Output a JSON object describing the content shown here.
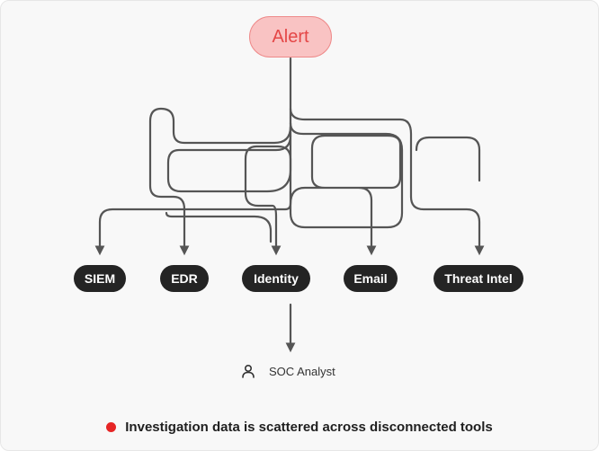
{
  "alert": {
    "label": "Alert"
  },
  "tools": [
    {
      "label": "SIEM"
    },
    {
      "label": "EDR"
    },
    {
      "label": "Identity"
    },
    {
      "label": "Email"
    },
    {
      "label": "Threat Intel"
    }
  ],
  "analyst": {
    "label": "SOC Analyst",
    "icon": "person-icon"
  },
  "footer": {
    "message": "Investigation data is scattered across disconnected tools",
    "indicator_color": "#e62525"
  },
  "colors": {
    "alert_fill": "#f9c3c3",
    "alert_border": "#ee8a8a",
    "alert_text": "#e44747",
    "tool_fill": "#242424",
    "wire": "#555555"
  }
}
